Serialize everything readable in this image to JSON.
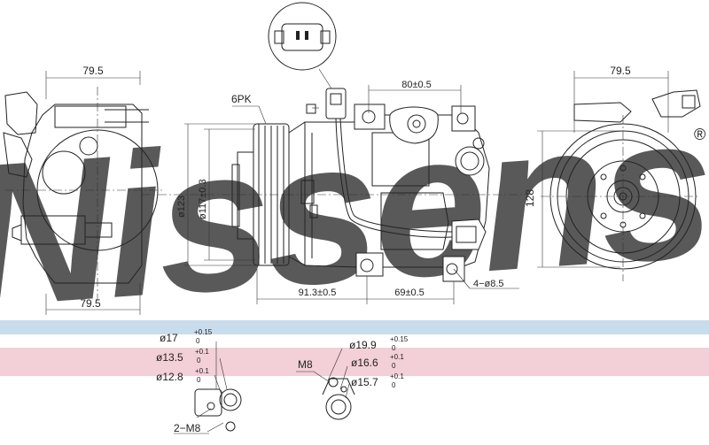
{
  "colors": {
    "watermark": "#a9c6e0",
    "band_blue": "#c9dcec",
    "band_pink": "#f3cfd7",
    "line": "#222222"
  },
  "watermark": {
    "text": "Nissens",
    "mark": "®"
  },
  "left_view": {
    "dim_top": "79.5",
    "dim_bottom": "79.5"
  },
  "center_view": {
    "label_belt": "6PK",
    "dim_outer_diameter": "ø123",
    "dim_inner_diameter": "ø117±0.3",
    "dim_top": "80±0.5",
    "dim_bottom_left": "91.3±0.5",
    "dim_bottom_right": "69±0.5",
    "dim_holes": "4−ø8.5"
  },
  "right_view": {
    "dim_top": "79.5",
    "dim_height": "128"
  },
  "port_left": {
    "d1": {
      "main": "ø17",
      "sup": "+0.15",
      "sub": "0"
    },
    "d2": {
      "main": "ø13.5",
      "sup": "+0.1",
      "sub": "0"
    },
    "d3": {
      "main": "ø12.8",
      "sup": "+0.1",
      "sub": "0"
    },
    "thread": "2−M8"
  },
  "port_right": {
    "thread": "M8",
    "d1": {
      "main": "ø19.9",
      "sup": "+0.15",
      "sub": "0"
    },
    "d2": {
      "main": "ø16.6",
      "sup": "+0.1",
      "sub": "0"
    },
    "d3": {
      "main": "ø15.7",
      "sup": "+0.1",
      "sub": "0"
    }
  }
}
